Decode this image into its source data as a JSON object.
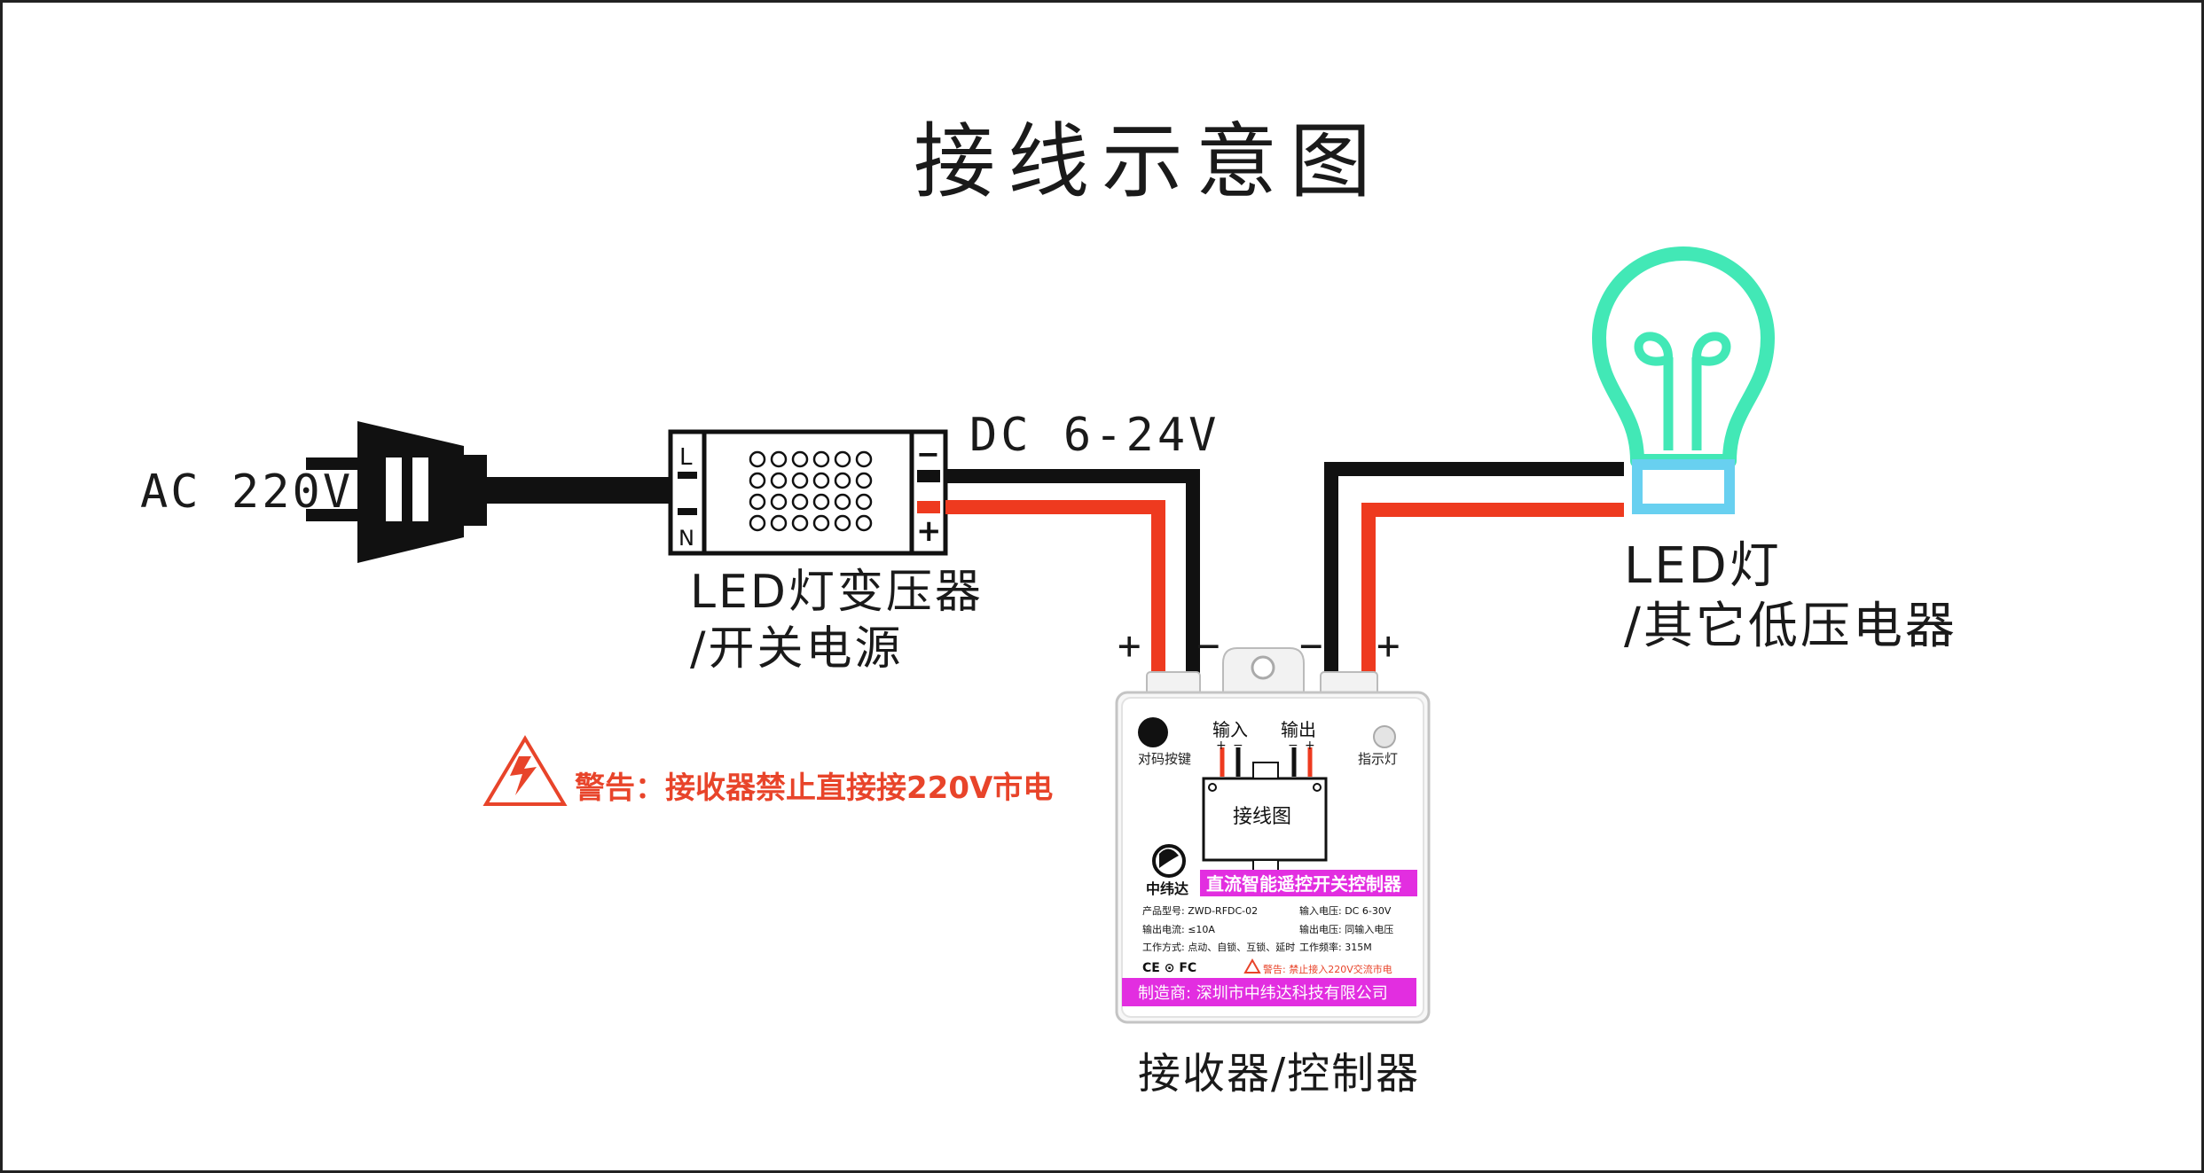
{
  "title": "接线示意图",
  "ac_label": "AC 220V",
  "dc_label": "DC 6-24V",
  "psu": {
    "label_line1": "LED灯变压器",
    "label_line2": "/开关电源",
    "terminal_l": "L",
    "terminal_n": "N",
    "terminal_minus": "−",
    "terminal_plus": "+"
  },
  "lamp": {
    "label_line1": "LED灯",
    "label_line2": "/其它低压电器"
  },
  "receiver": {
    "label": "接收器/控制器",
    "input_plus": "+",
    "input_minus": "−",
    "output_minus": "−",
    "output_plus": "+",
    "pair_button_label": "对码按键",
    "indicator_label": "指示灯",
    "input_header": "输入",
    "output_header": "输出",
    "wiring_label": "接线图",
    "brand": "中纬达",
    "product_name": "直流智能遥控开关控制器",
    "spec_model": "产品型号: ZWD-RFDC-02",
    "spec_current": "输出电流: ≤10A",
    "spec_mode": "工作方式: 点动、自锁、互锁、延时",
    "spec_input_voltage": "输入电压: DC 6-30V",
    "spec_output_voltage": "输出电压: 同输入电压",
    "spec_frequency": "工作频率: 315M",
    "cert_marks": "CE ⊙ FC",
    "small_warning": "警告: 禁止接入220V交流市电",
    "manufacturer": "制造商: 深圳市中纬达科技有限公司"
  },
  "warning_text": "警告：接收器禁止直接接220V市电",
  "colors": {
    "wire_red": "#ee3a1f",
    "wire_black": "#111111",
    "bulb": "#42e8b6",
    "bulb_base": "#68d0f0",
    "label_magenta": "#e22ee0",
    "warning": "#e8442a"
  }
}
